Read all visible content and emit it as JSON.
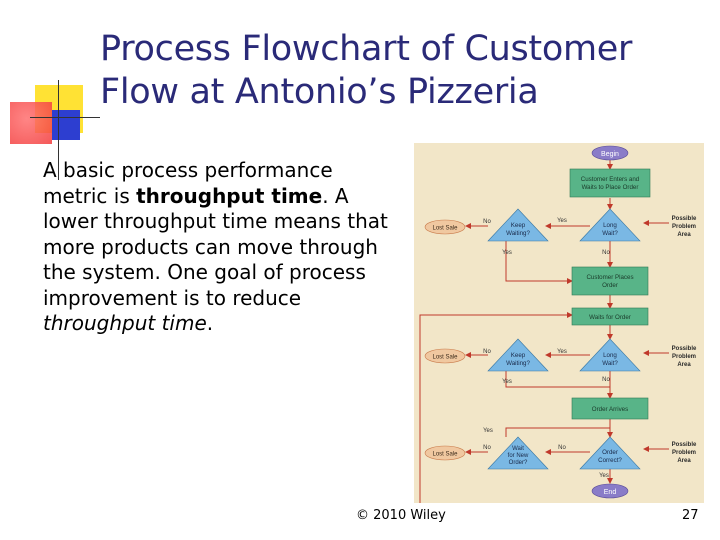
{
  "slide": {
    "title_line1": "Process Flowchart of Customer",
    "title_line2": "Flow at Antonio’s Pizzeria",
    "body": {
      "p1": "A basic process performance metric is ",
      "bold": "throughput time",
      "p2": ". A lower throughput time means that more products can move through the system. One goal of process improvement is to reduce ",
      "italic": "throughput time",
      "p3": "."
    },
    "footer": "© 2010 Wiley",
    "page_number": "27"
  },
  "flowchart": {
    "begin": "Begin",
    "end": "End",
    "enter_queue": [
      "Customer Enters and",
      "Waits to Place Order"
    ],
    "place_order": [
      "Customer Places",
      "Order"
    ],
    "wait_order": "Waits for Order",
    "order_arrives": "Order Arrives",
    "long_wait": [
      "Long",
      "Wait?"
    ],
    "keep_waiting": [
      "Keep",
      "Waiting?"
    ],
    "wait_new": [
      "Wait",
      "for New",
      "Order?"
    ],
    "order_correct": [
      "Order",
      "Correct?"
    ],
    "lost_sale": "Lost Sale",
    "possible_problem": [
      "Possible",
      "Problem",
      "Area"
    ],
    "yes": "Yes",
    "no": "No"
  },
  "colors": {
    "title": "#2a2a78",
    "chart_bg": "#f2e6c8",
    "box_green": "#58b488",
    "diamond_blue": "#7ab8e4",
    "oval_purple": "#8a7cc8",
    "arrow_red": "#c0392b",
    "deco_yellow": "#ffd700",
    "deco_blue": "#2a3cc8",
    "deco_red": "#f23a3a"
  }
}
